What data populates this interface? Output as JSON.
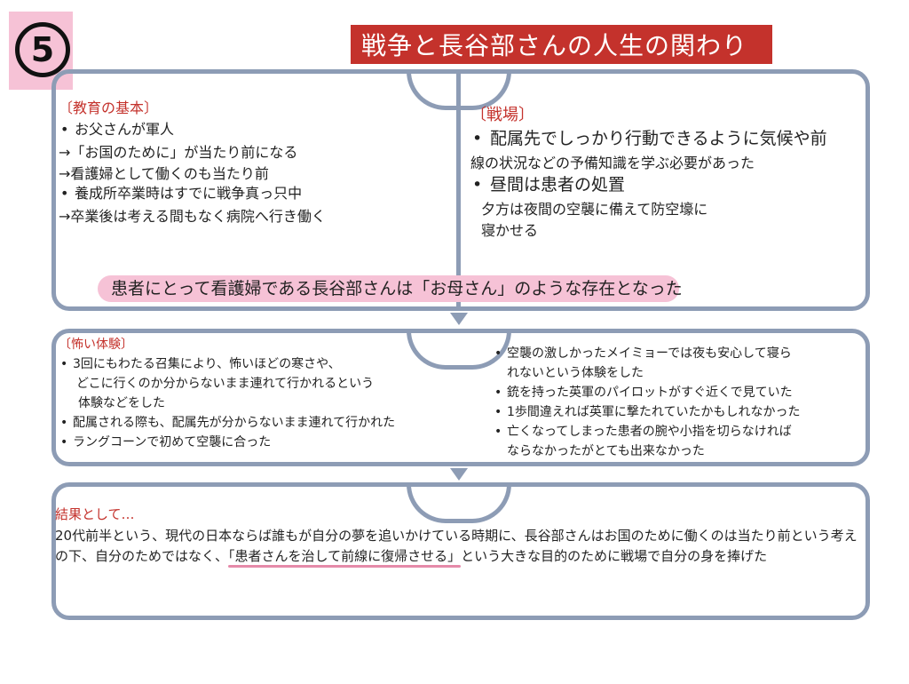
{
  "badge": {
    "number": "5"
  },
  "title": "戦争と長谷部さんの人生の関わり",
  "education": {
    "heading": "〔教育の基本〕",
    "item1": "お父さんが軍人",
    "item1_sub1": "→「お国のために」が当たり前になる",
    "item1_sub2": "→看護婦として働くのも当たり前",
    "item2": "養成所卒業時はすでに戦争真っ只中",
    "item2_sub1": "→卒業後は考える間もなく病院へ行き働く"
  },
  "battlefield": {
    "heading": "〔戦場〕",
    "item1_line1": "配属先でしっかり行動できるように気候や前",
    "item1_line2": "線の状況などの予備知識を学ぶ必要があった",
    "item2_line1": "昼間は患者の処置",
    "item2_line2": "夕方は夜間の空襲に備えて防空壕に",
    "item2_line3": "寝かせる"
  },
  "conclusion1": "患者にとって看護婦である長谷部さんは「お母さん」のような存在となった",
  "scary": {
    "heading": "〔怖い体験〕",
    "left": {
      "item1_line1": "3回にもわたる召集により、怖いほどの寒さや、",
      "item1_line2": "どこに行くのか分からないまま連れて行かれるという",
      "item1_line3": "体験などをした",
      "item2": "配属される際も、配属先が分からないまま連れて行かれた",
      "item3": "ラングコーンで初めて空襲に合った"
    },
    "right": {
      "item1_line1": "空襲の激しかったメイミョーでは夜も安心して寝ら",
      "item1_line2": "れないという体験をした",
      "item2": "銃を持った英軍のパイロットがすぐ近くで見ていた",
      "item3": "1歩間違えれば英軍に撃たれていたかもしれなかった",
      "item4_line1": "亡くなってしまった患者の腕や小指を切らなければ",
      "item4_line2": "ならなかったがとても出来なかった"
    }
  },
  "result": {
    "heading": "結果として…",
    "text_before": "20代前半という、現代の日本ならば誰もが自分の夢を追いかけている時期に、長谷部さんはお国のために働くのは当たり前という考えの下、自分のためではなく、",
    "text_highlight": "「患者さんを治して前線に復帰させる」",
    "text_after": "という大きな目的のために戦場で自分の身を捧げた"
  }
}
